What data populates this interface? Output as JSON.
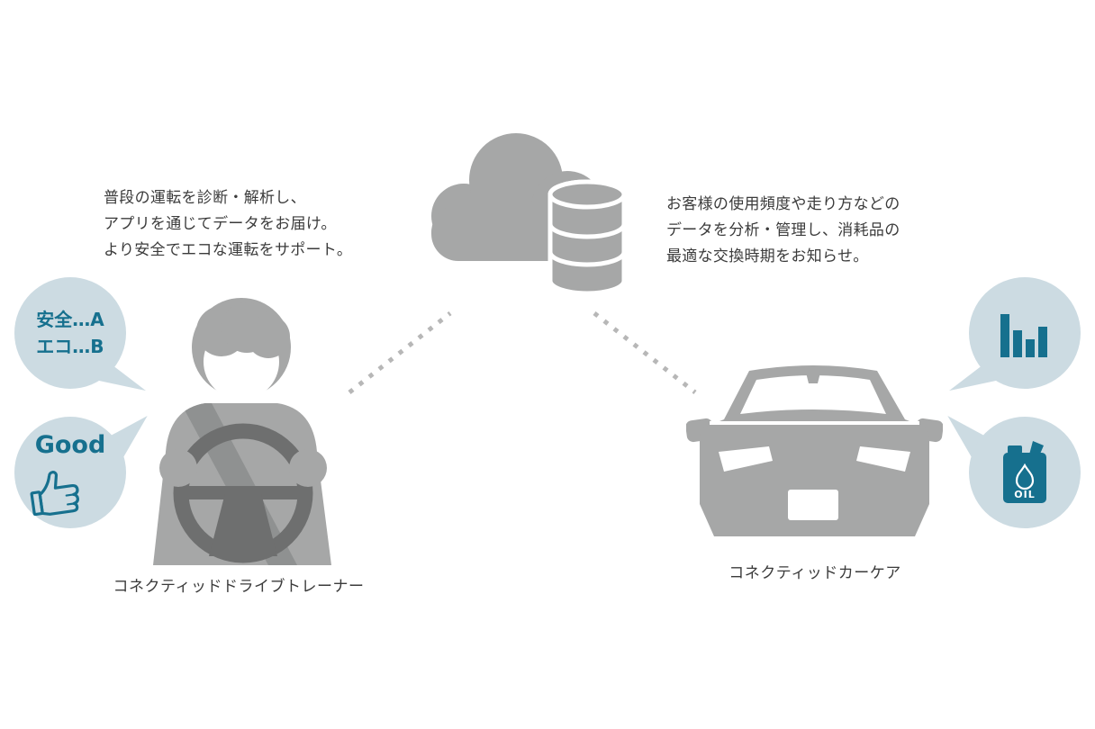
{
  "left_feature": {
    "description_lines": [
      "普段の運転を診断・解析し、",
      "アプリを通じてデータをお届け。",
      "より安全でエコな運転をサポート。"
    ],
    "rating_bubble": {
      "lines": [
        "安全…A",
        "エコ…B"
      ]
    },
    "good_bubble": {
      "label": "Good"
    },
    "caption": "コネクティッドドライブトレーナー"
  },
  "right_feature": {
    "description_lines": [
      "お客様の使用頻度や走り方などの",
      "データを分析・管理し、消耗品の",
      "最適な交換時期をお知らせ。"
    ],
    "oil_bubble": {
      "label": "OIL"
    },
    "caption": "コネクティッドカーケア"
  },
  "icons": {
    "cloud": "cloud-icon",
    "database": "database-icon",
    "driver": "driver-icon",
    "steering_wheel": "steering-wheel-icon",
    "car": "car-icon",
    "thumbs_up": "thumbs-up-icon",
    "bar_chart": "bar-chart-icon",
    "oil_can": "oil-can-icon",
    "connector": "dotted-line"
  },
  "colors": {
    "figure_gray": "#a6a7a7",
    "wheel_dark_gray": "#6e6f6f",
    "seatbelt_gray": "#8f9191",
    "bubble_blue": "#ccdbe2",
    "accent_teal": "#16708e",
    "text_color": "#3b3b3b",
    "dotted_gray": "#b7b7b7"
  }
}
